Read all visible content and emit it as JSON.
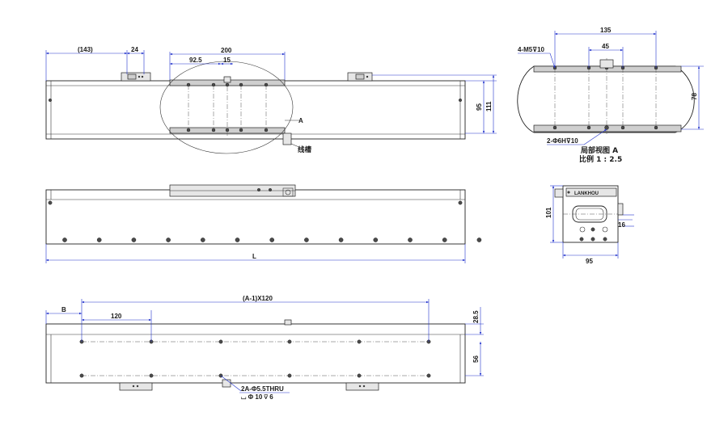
{
  "top_view": {
    "dim_143": "(143)",
    "dim_24": "24",
    "dim_200": "200",
    "dim_92_5": "92.5",
    "dim_15": "15",
    "dim_95": "95",
    "dim_111": "111",
    "label_a": "A",
    "label_limit": "线槽"
  },
  "side_view": {
    "dim_l": "L"
  },
  "bottom_view": {
    "dim_b": "B",
    "dim_120": "120",
    "dim_pitch": "(A-1)X120",
    "dim_28_5": "28.5",
    "dim_56": "56",
    "note_thru": "2A-Φ5.5THRU",
    "note_cbore": "⌴ Φ 10 ⊽ 6"
  },
  "detail_view": {
    "dim_135": "135",
    "dim_45": "45",
    "note_m5": "4-M5⊽10",
    "note_pin": "2-Φ6H⊽10",
    "dim_78": "78",
    "caption_line1": "局部视图 A",
    "caption_line2": "比例 1 : 2.5"
  },
  "end_view": {
    "brand": "LANKHOU",
    "dim_101": "101",
    "dim_16": "16",
    "dim_95": "95"
  }
}
